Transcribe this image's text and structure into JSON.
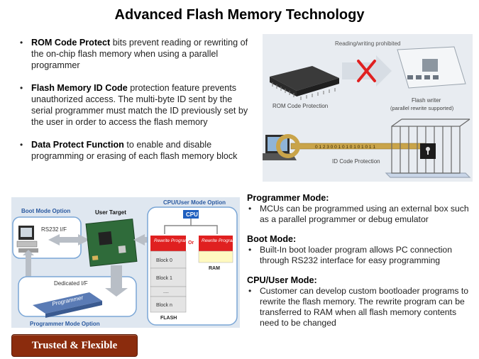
{
  "title": "Advanced Flash Memory Technology",
  "bullets": [
    {
      "head": "ROM Code Protect",
      "text": " bits prevent reading or rewriting of the on-chip flash memory  when using  a parallel programmer"
    },
    {
      "head": "Flash Memory ID Code",
      "text": " protection feature prevents unauthorized  access. The multi-byte ID  sent by the serial programmer  must match the ID  previously set by the user in order  to access the flash memory"
    },
    {
      "head": "Data Protect Function",
      "text": "  to enable and disable programming  or erasing of each flash memory  block"
    }
  ],
  "protect_figure": {
    "prohibited_label": "Reading/writing prohibited",
    "rom_label": "ROM Code Protection",
    "writer_label": "Flash writer",
    "writer_sub": "(parallel rewrite supported)",
    "id_label": "ID Code Protection",
    "key_text": "0 1 2 3 0 0 1 0 1 0 1 0 1 0 1 1"
  },
  "mode_figure": {
    "boot_mode": "Boot Mode Option",
    "user_target": "User Target",
    "cpu_user_mode": "CPU/User Mode Option",
    "cpu": "CPU",
    "rs232": "RS232 I/F",
    "rewrite1": "Rewrite Program",
    "or": "Or",
    "rewrite2": "Rewrite Program",
    "block0": "Block 0",
    "block1": "Block 1",
    "dots": "....",
    "blockn": "Block n",
    "flash": "FLASH",
    "ram": "RAM",
    "dedicated": "Dedicated I/F",
    "programmer": "Programmer",
    "prog_mode": "Programmer Mode Option"
  },
  "modes": [
    {
      "head": "Programmer Mode:",
      "text": "MCUs can be programmed using an external box such as a parallel programmer or debug emulator"
    },
    {
      "head": "Boot Mode:",
      "text": "Built-In boot loader program allows PC connection through RS232 interface for easy programming"
    },
    {
      "head": "CPU/User Mode:",
      "text": "Customer can develop custom bootloader programs to rewrite the flash memory. The rewrite program can be transferred to RAM when all flash memory contents need to be changed"
    }
  ],
  "button": {
    "label": "Trusted & Flexible"
  }
}
